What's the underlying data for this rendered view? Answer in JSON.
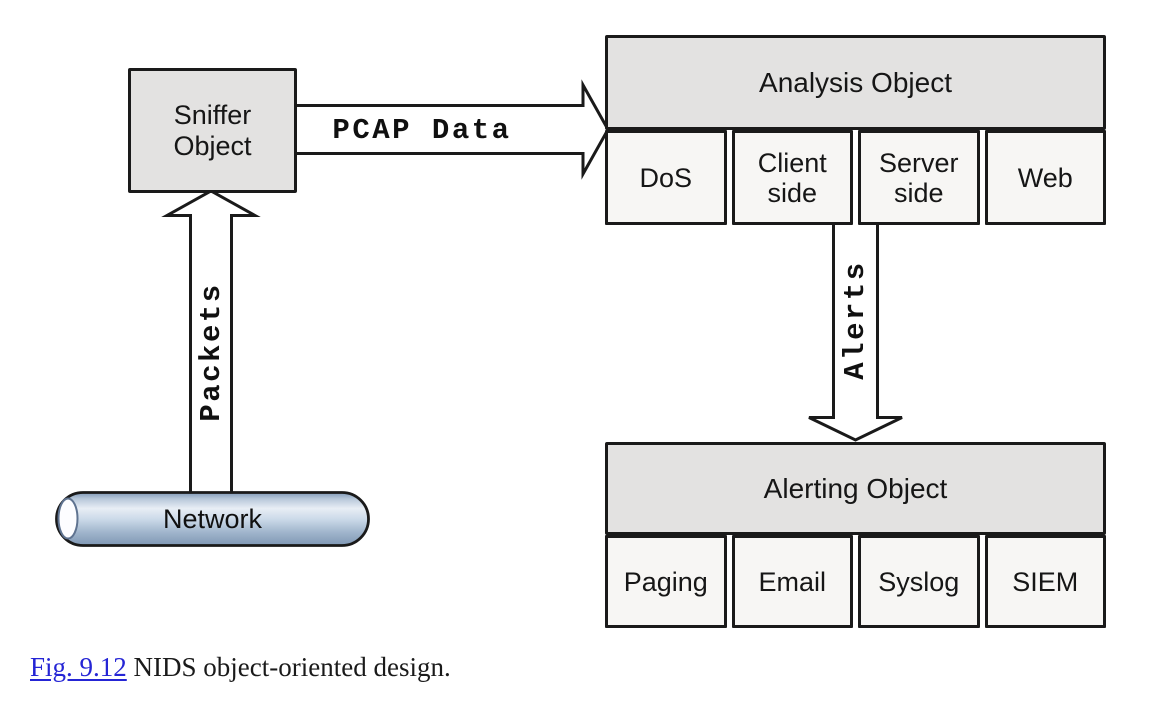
{
  "figure": {
    "sniffer": {
      "label": "Sniffer\nObject"
    },
    "analysis": {
      "title": "Analysis Object",
      "modules": [
        "DoS",
        "Client\nside",
        "Server\nside",
        "Web"
      ]
    },
    "alerting": {
      "title": "Alerting Object",
      "modules": [
        "Paging",
        "Email",
        "Syslog",
        "SIEM"
      ]
    },
    "network": {
      "label": "Network"
    },
    "arrows": {
      "pcap": "PCAP Data",
      "packets": "Packets",
      "alerts": "Alerts"
    },
    "caption": {
      "link": "Fig. 9.12",
      "text": " NIDS object-oriented design."
    },
    "colors": {
      "border": "#1a1a1a",
      "header_fill": "#e3e2e1",
      "cell_fill": "#f7f6f4",
      "link_blue": "#2525d5",
      "pipe_light": "#e8eef5",
      "pipe_dark": "#7f97b4"
    }
  }
}
